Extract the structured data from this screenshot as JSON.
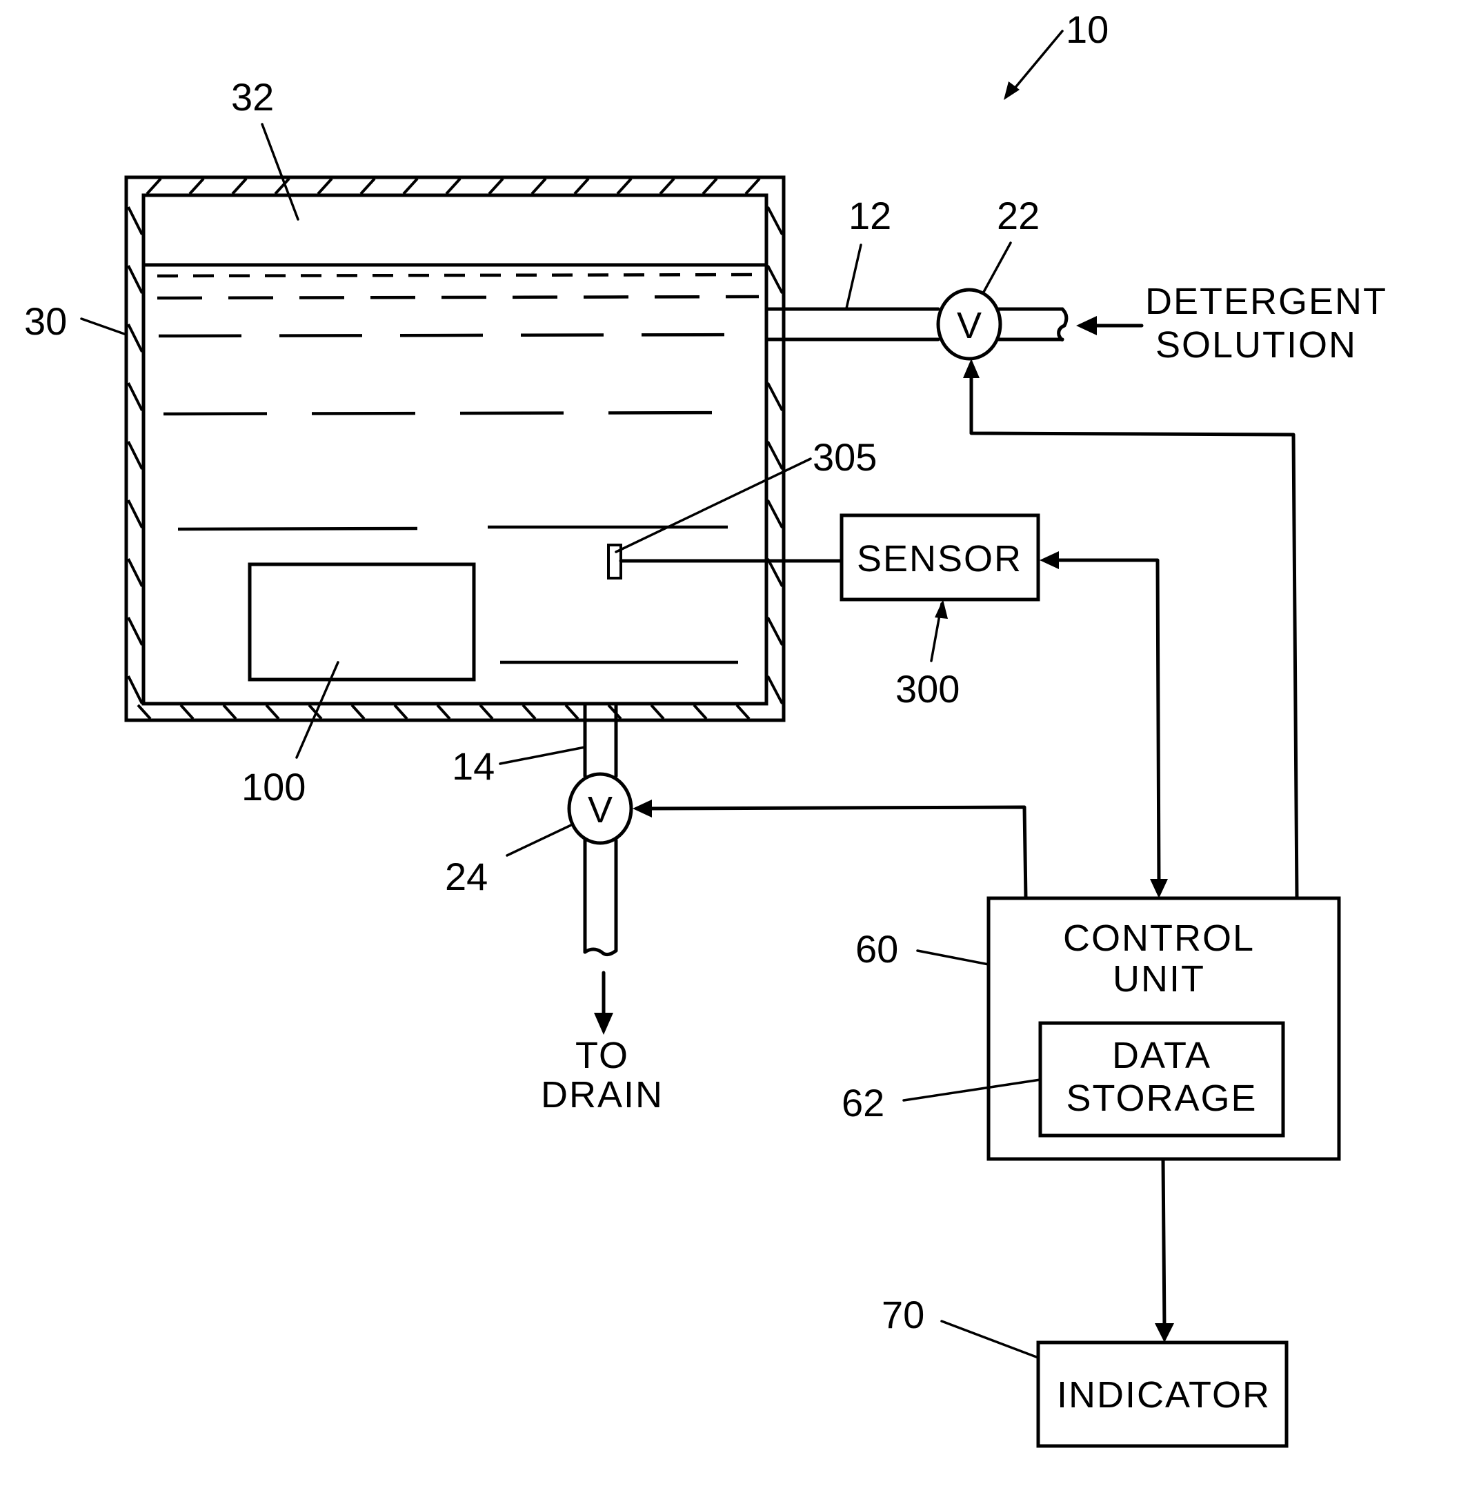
{
  "figure": {
    "reference_numerals": {
      "system": "10",
      "inlet_pipe": "12",
      "drain_pipe": "14",
      "inlet_valve": "22",
      "drain_valve": "24",
      "tank": "30",
      "headspace": "32",
      "control_unit": "60",
      "data_storage": "62",
      "indicator": "70",
      "article": "100",
      "sensor": "300",
      "sensor_probe": "305"
    },
    "blocks": {
      "sensor": "SENSOR",
      "control_unit_line1": "CONTROL",
      "control_unit_line2": "UNIT",
      "data_storage_line1": "DATA",
      "data_storage_line2": "STORAGE",
      "indicator": "INDICATOR"
    },
    "valve_symbol": "V",
    "flow_labels": {
      "inlet_line1": "DETERGENT",
      "inlet_line2": "SOLUTION",
      "outlet_line1": "TO",
      "outlet_line2": "DRAIN"
    }
  }
}
